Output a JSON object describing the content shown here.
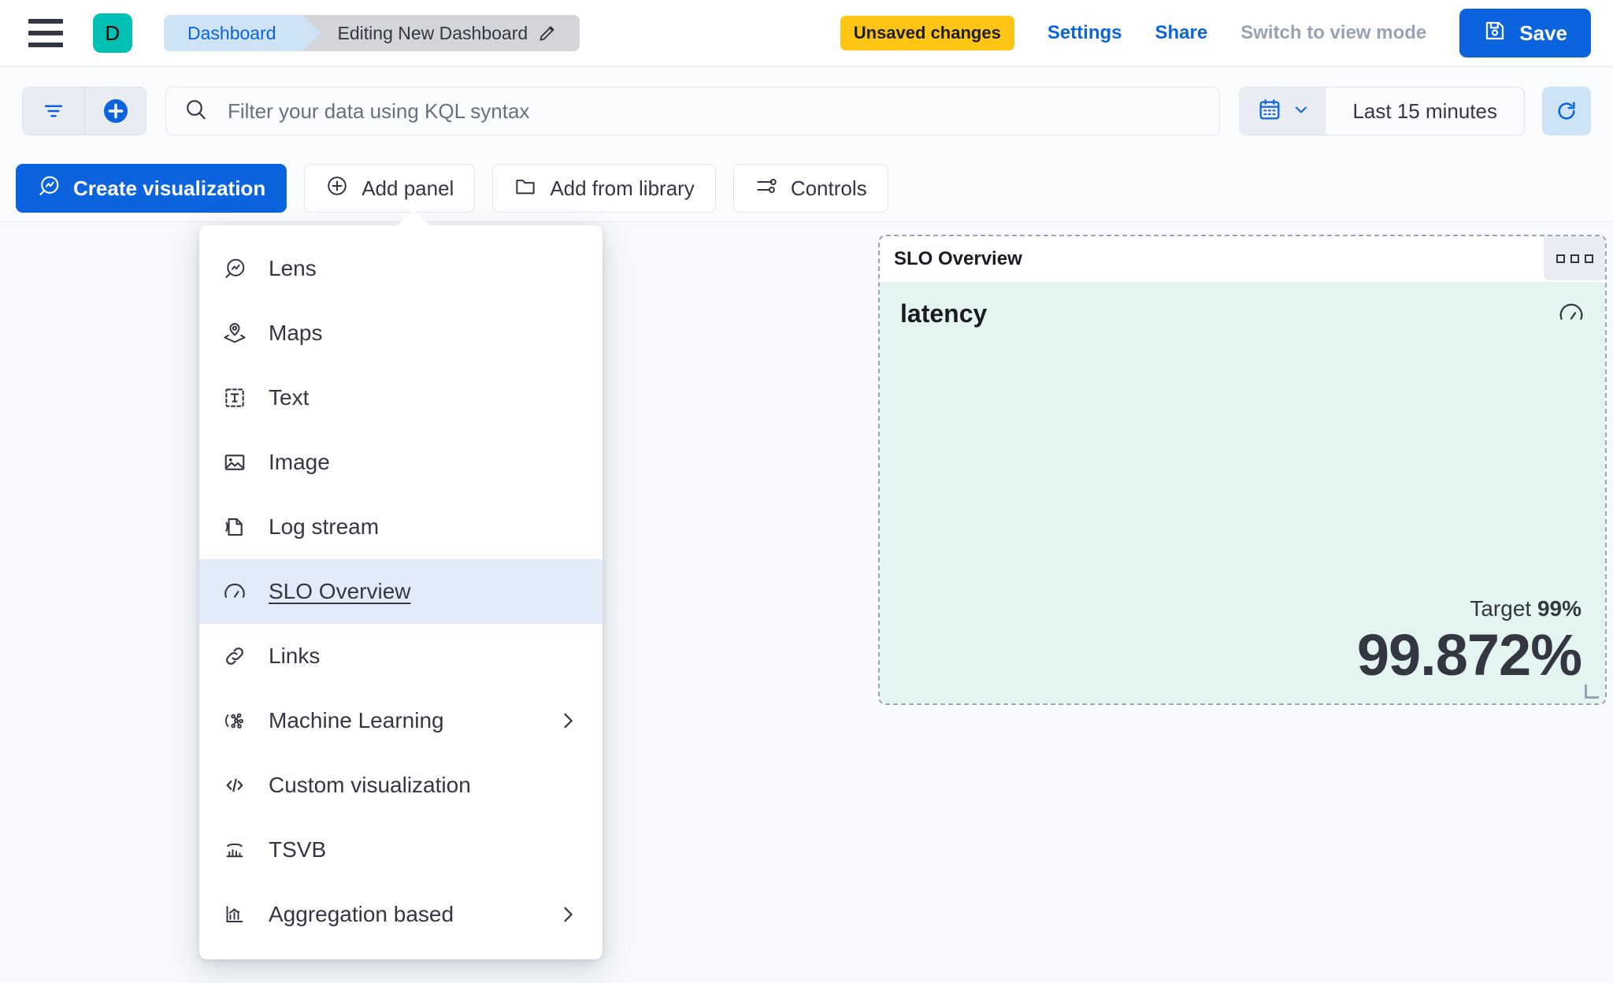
{
  "header": {
    "menu_icon": "hamburger-menu-icon",
    "space_badge": "D",
    "breadcrumbs": [
      {
        "label": "Dashboard",
        "active": false
      },
      {
        "label": "Editing New Dashboard",
        "active": true,
        "icon": "pencil-icon"
      }
    ],
    "unsaved_badge": "Unsaved changes",
    "settings_label": "Settings",
    "share_label": "Share",
    "view_mode_label": "Switch to view mode",
    "save_label": "Save",
    "save_icon": "save-disk-icon"
  },
  "query_bar": {
    "filter_icon": "filter-lines-icon",
    "add_filter_icon": "plus-circle-icon",
    "search_icon": "search-icon",
    "search_placeholder": "Filter your data using KQL syntax",
    "search_value": "",
    "calendar_icon": "calendar-icon",
    "chevron_icon": "chevron-down-icon",
    "time_range": "Last 15 minutes",
    "refresh_icon": "refresh-icon"
  },
  "toolbar": {
    "buttons": [
      {
        "label": "Create visualization",
        "icon": "lens-icon",
        "primary": true
      },
      {
        "label": "Add panel",
        "icon": "plus-circle-icon",
        "primary": false
      },
      {
        "label": "Add from library",
        "icon": "folder-icon",
        "primary": false
      },
      {
        "label": "Controls",
        "icon": "controls-icon",
        "primary": false
      }
    ]
  },
  "add_panel_menu": {
    "items": [
      {
        "label": "Lens",
        "icon": "lens-icon",
        "selected": false,
        "submenu": false
      },
      {
        "label": "Maps",
        "icon": "map-marker-layers-icon",
        "selected": false,
        "submenu": false
      },
      {
        "label": "Text",
        "icon": "text-box-icon",
        "selected": false,
        "submenu": false
      },
      {
        "label": "Image",
        "icon": "image-icon",
        "selected": false,
        "submenu": false
      },
      {
        "label": "Log stream",
        "icon": "log-stream-icon",
        "selected": false,
        "submenu": false
      },
      {
        "label": "SLO Overview",
        "icon": "gauge-icon",
        "selected": true,
        "submenu": false
      },
      {
        "label": "Links",
        "icon": "link-icon",
        "selected": false,
        "submenu": false
      },
      {
        "label": "Machine Learning",
        "icon": "machine-learning-icon",
        "selected": false,
        "submenu": true
      },
      {
        "label": "Custom visualization",
        "icon": "code-icon",
        "selected": false,
        "submenu": false
      },
      {
        "label": "TSVB",
        "icon": "tsvb-chart-icon",
        "selected": false,
        "submenu": false
      },
      {
        "label": "Aggregation based",
        "icon": "aggregation-chart-icon",
        "selected": false,
        "submenu": true
      }
    ]
  },
  "slo_panel": {
    "panel_title": "SLO Overview",
    "context_menu_icon": "panel-context-menu-icon",
    "slo_name": "latency",
    "slo_icon": "gauge-icon",
    "target_label": "Target",
    "target_value": "99%",
    "current_value": "99.872%",
    "accent_bg": "#e4f4f1"
  },
  "colors": {
    "primary": "#0b64dd",
    "warning": "#fec514",
    "space_accent": "#00bfb3",
    "selected_row": "#e2ecf9",
    "panel_success_bg": "#e4f4f1",
    "text_dark": "#343741",
    "text_muted": "#98a2b3"
  }
}
